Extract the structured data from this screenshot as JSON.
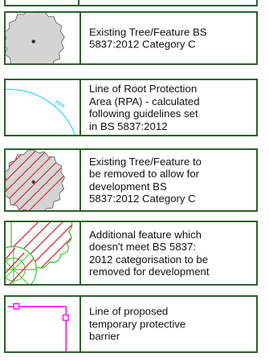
{
  "legend": {
    "items": [
      {
        "key": "existing-tree-category-c",
        "lines": [
          "Existing Tree/Feature BS",
          "5837:2012 Category C"
        ]
      },
      {
        "key": "root-protection-area",
        "symbol_text": "RPA",
        "lines": [
          "Line of Root Protection",
          "Area (RPA) - calculated",
          "following guidelines set",
          "in BS 5837:2012"
        ]
      },
      {
        "key": "tree-to-be-removed",
        "lines": [
          "Existing Tree/Feature to",
          "be removed to allow for",
          "development BS",
          "5837:2012 Category C"
        ]
      },
      {
        "key": "additional-feature-removed",
        "lines": [
          "Additional feature which",
          "doesn't meet BS 5837:",
          "2012 categorisation to be",
          "removed for development"
        ]
      },
      {
        "key": "protective-barrier",
        "lines": [
          "Line of proposed",
          "temporary protective",
          "barrier"
        ]
      }
    ],
    "colors": {
      "border": "#2e5e2e",
      "tree_fill": "#d4d4d4",
      "rpa_line": "#00bfff",
      "removal_hatch": "#e0202c",
      "feature_green": "#33cc33",
      "barrier": "#ff00ff"
    }
  }
}
